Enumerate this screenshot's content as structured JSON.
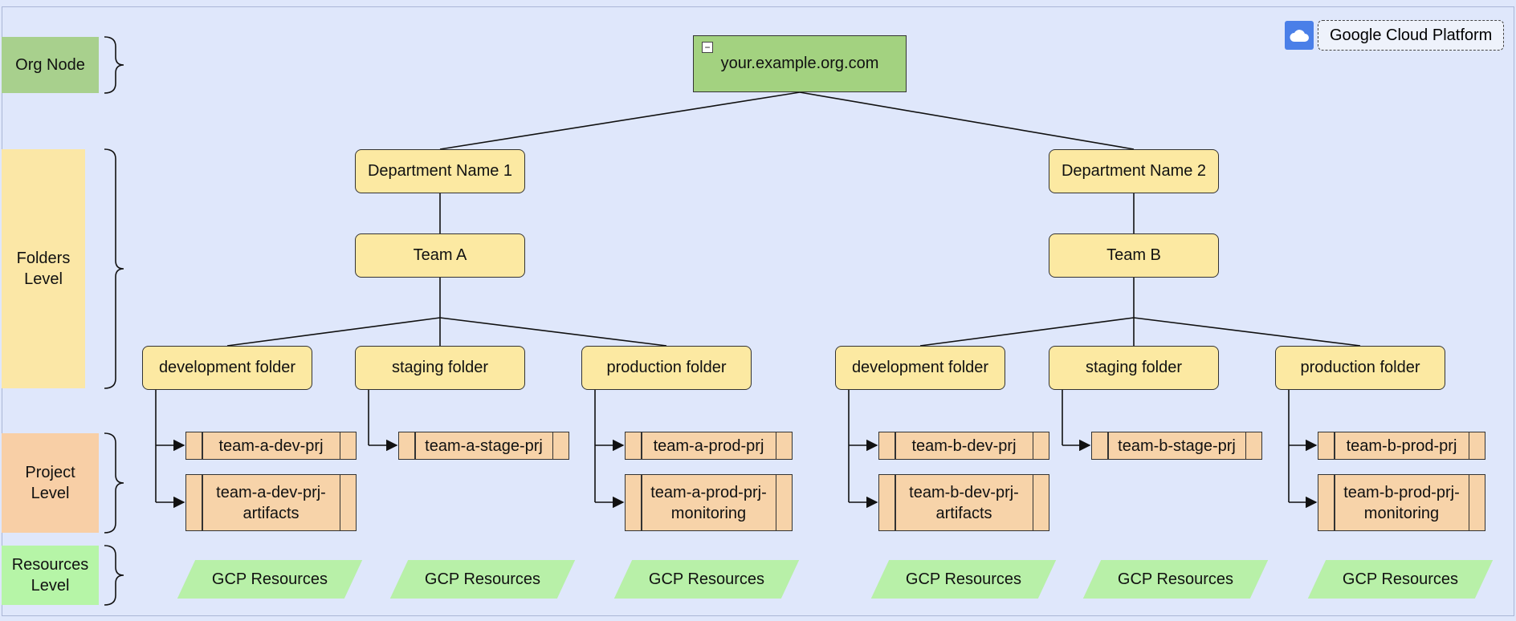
{
  "levels": {
    "org": "Org Node",
    "folders": "Folders Level",
    "project": "Project Level",
    "resources": "Resources Level"
  },
  "org_node": "your.example.org.com",
  "org_collapse": "−",
  "gcp_badge": {
    "label": "Google Cloud Platform",
    "icon": "cloud-icon"
  },
  "departments": [
    {
      "name": "Department Name 1",
      "team": "Team A",
      "folders": [
        {
          "name": "development folder",
          "projects": [
            "team-a-dev-prj",
            "team-a-dev-prj-artifacts"
          ],
          "resources": "GCP Resources"
        },
        {
          "name": "staging folder",
          "projects": [
            "team-a-stage-prj"
          ],
          "resources": "GCP Resources"
        },
        {
          "name": "production folder",
          "projects": [
            "team-a-prod-prj",
            "team-a-prod-prj-monitoring"
          ],
          "resources": "GCP Resources"
        }
      ]
    },
    {
      "name": "Department Name 2",
      "team": "Team B",
      "folders": [
        {
          "name": "development folder",
          "projects": [
            "team-b-dev-prj",
            "team-b-dev-prj-artifacts"
          ],
          "resources": "GCP Resources"
        },
        {
          "name": "staging folder",
          "projects": [
            "team-b-stage-prj"
          ],
          "resources": "GCP Resources"
        },
        {
          "name": "production folder",
          "projects": [
            "team-b-prod-prj",
            "team-b-prod-prj-monitoring"
          ],
          "resources": "GCP Resources"
        }
      ]
    }
  ],
  "colors": {
    "canvas": "#dfe7fb",
    "org_node": "#a3d280",
    "folder": "#fce9a2",
    "project": "#f7d3a9",
    "resources": "#b8f0a8",
    "band_org": "#a8d08d",
    "band_folders": "#fbe7a6",
    "band_project": "#f8cfa6",
    "band_resources": "#b6f5a7",
    "gcp_icon": "#4a7fe8"
  }
}
